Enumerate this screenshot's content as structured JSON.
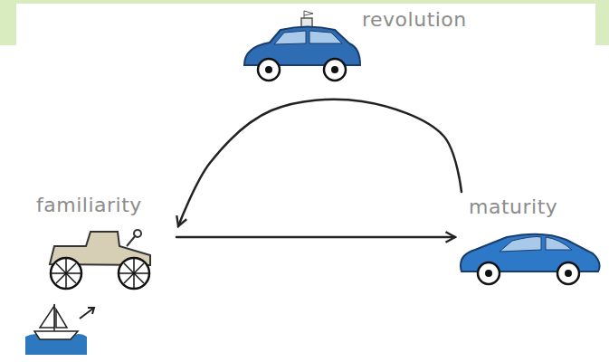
{
  "diagram": {
    "nodes": [
      {
        "text": [
          "revolution"
        ]
      },
      {
        "text": [
          "familiarity"
        ]
      },
      {
        "text": [
          "maturity"
        ]
      }
    ],
    "edges": [
      {
        "from": 2,
        "to": 1,
        "arrow": "to"
      },
      {
        "from": 1,
        "to": 2,
        "arrow": "to"
      }
    ]
  }
}
